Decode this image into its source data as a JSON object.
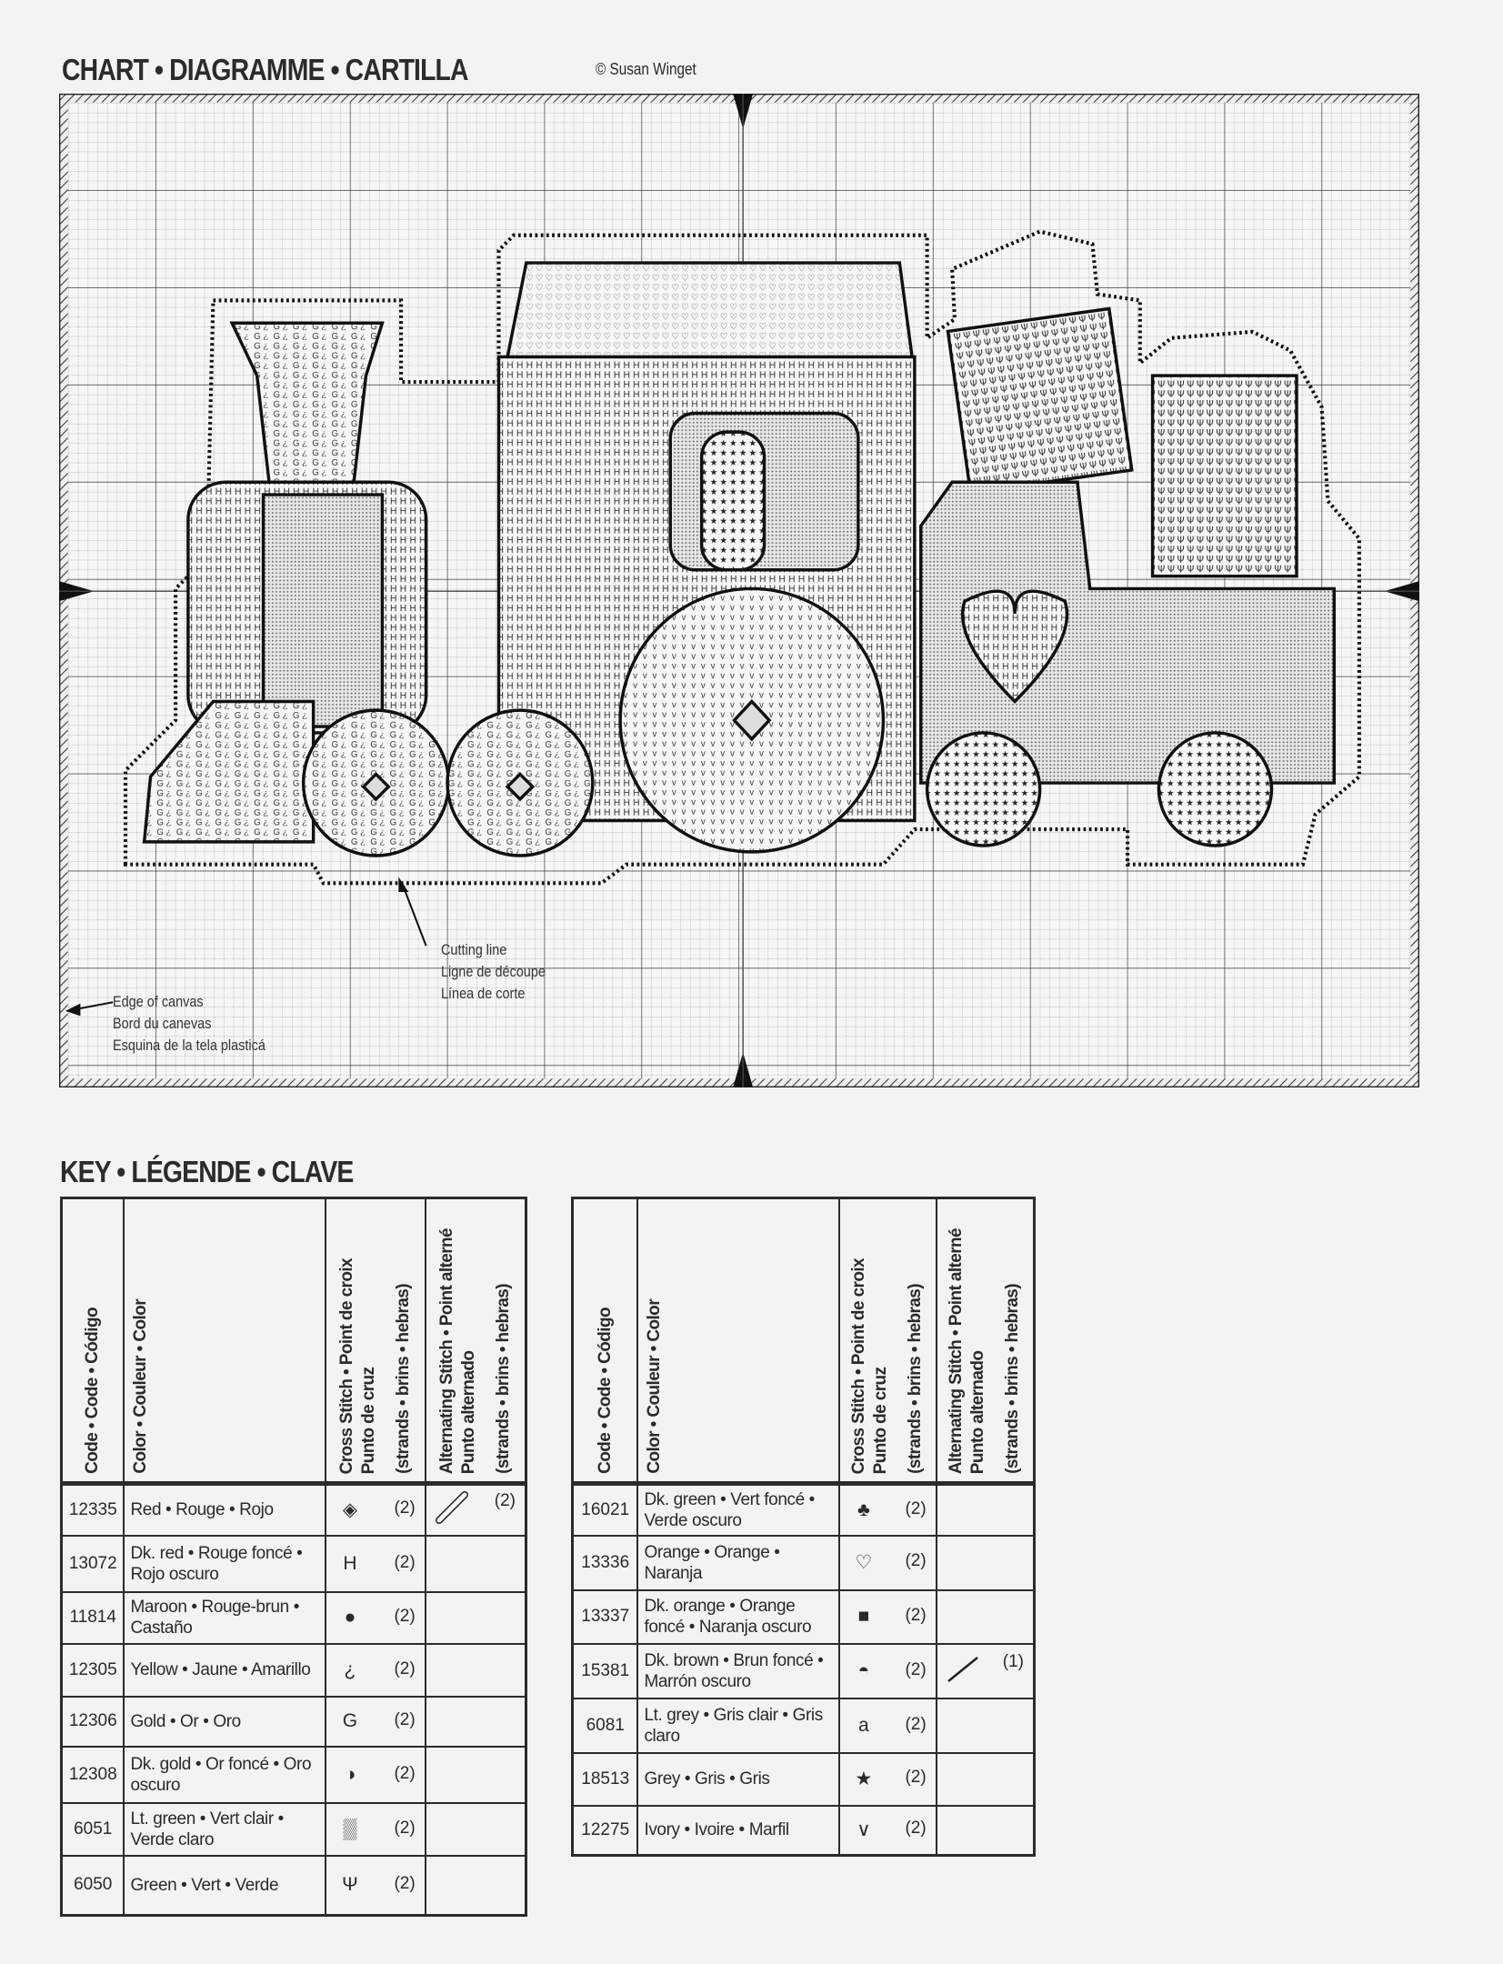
{
  "chart": {
    "title": "CHART • DIAGRAMME • CARTILLA",
    "copyright": "© Susan Winget",
    "cutting_line": [
      "Cutting line",
      "Ligne de découpe",
      "Línea de corte"
    ],
    "edge_of_canvas": [
      "Edge of canvas",
      "Bord du canevas",
      "Esquina de la tela plasticá"
    ]
  },
  "key": {
    "title": "KEY • LÉGENDE • CLAVE",
    "headers": {
      "code": "Code • Code • Código",
      "color": "Color • Couleur • Color",
      "cross_1": "Cross Stitch • Point de croix",
      "cross_2": "Punto de cruz",
      "cross_3": "(strands • brins • hebras)",
      "alt_1": "Alternating Stitch • Point alterné",
      "alt_2": "Punto alternado",
      "alt_3": "(strands • brins • hebras)"
    },
    "table1": [
      {
        "code": "12335",
        "color": "Red • Rouge • Rojo",
        "symbol": "◈",
        "symbol_icon": "diamond-cross-icon",
        "strands": "(2)",
        "alt": "slash-bar",
        "alt_strands": "(2)"
      },
      {
        "code": "13072",
        "color": "Dk. red • Rouge foncé • Rojo oscuro",
        "symbol": "H",
        "symbol_icon": "h-icon",
        "strands": "(2)"
      },
      {
        "code": "11814",
        "color": "Maroon • Rouge-brun • Castaño",
        "symbol": "●",
        "symbol_icon": "ring-icon",
        "strands": "(2)"
      },
      {
        "code": "12305",
        "color": "Yellow • Jaune • Amarillo",
        "symbol": "¿",
        "symbol_icon": "inverted-question-icon",
        "strands": "(2)"
      },
      {
        "code": "12306",
        "color": "Gold • Or • Oro",
        "symbol": "G",
        "symbol_icon": "g-icon",
        "strands": "(2)"
      },
      {
        "code": "12308",
        "color": "Dk. gold • Or foncé • Oro oscuro",
        "symbol": "◑",
        "symbol_icon": "half-circle-icon",
        "strands": "(2)"
      },
      {
        "code": "6051",
        "color": "Lt. green • Vert clair • Verde claro",
        "symbol": "▒",
        "symbol_icon": "dotted-square-icon",
        "strands": "(2)"
      },
      {
        "code": "6050",
        "color": "Green • Vert • Verde",
        "symbol": "Ψ",
        "symbol_icon": "psi-icon",
        "strands": "(2)"
      }
    ],
    "table2": [
      {
        "code": "16021",
        "color": "Dk. green • Vert foncé • Verde oscuro",
        "symbol": "♣",
        "symbol_icon": "club-icon",
        "strands": "(2)"
      },
      {
        "code": "13336",
        "color": "Orange • Orange • Naranja",
        "symbol": "♡",
        "symbol_icon": "heart-outline-icon",
        "strands": "(2)"
      },
      {
        "code": "13337",
        "color": "Dk. orange • Orange foncé • Naranja oscuro",
        "symbol": "■",
        "symbol_icon": "square-icon",
        "strands": "(2)"
      },
      {
        "code": "15381",
        "color": "Dk. brown • Brun foncé • Marrón oscuro",
        "symbol": "◓",
        "symbol_icon": "dome-icon",
        "strands": "(2)",
        "alt": "slash-line",
        "alt_strands": "(1)"
      },
      {
        "code": "6081",
        "color": "Lt. grey • Gris clair • Gris claro",
        "symbol": "a",
        "symbol_icon": "a-icon",
        "strands": "(2)"
      },
      {
        "code": "18513",
        "color": "Grey • Gris • Gris",
        "symbol": "★",
        "symbol_icon": "star-icon",
        "strands": "(2)"
      },
      {
        "code": "12275",
        "color": "Ivory • Ivoire • Marfil",
        "symbol": "∨",
        "symbol_icon": "v-icon",
        "strands": "(2)"
      }
    ]
  }
}
